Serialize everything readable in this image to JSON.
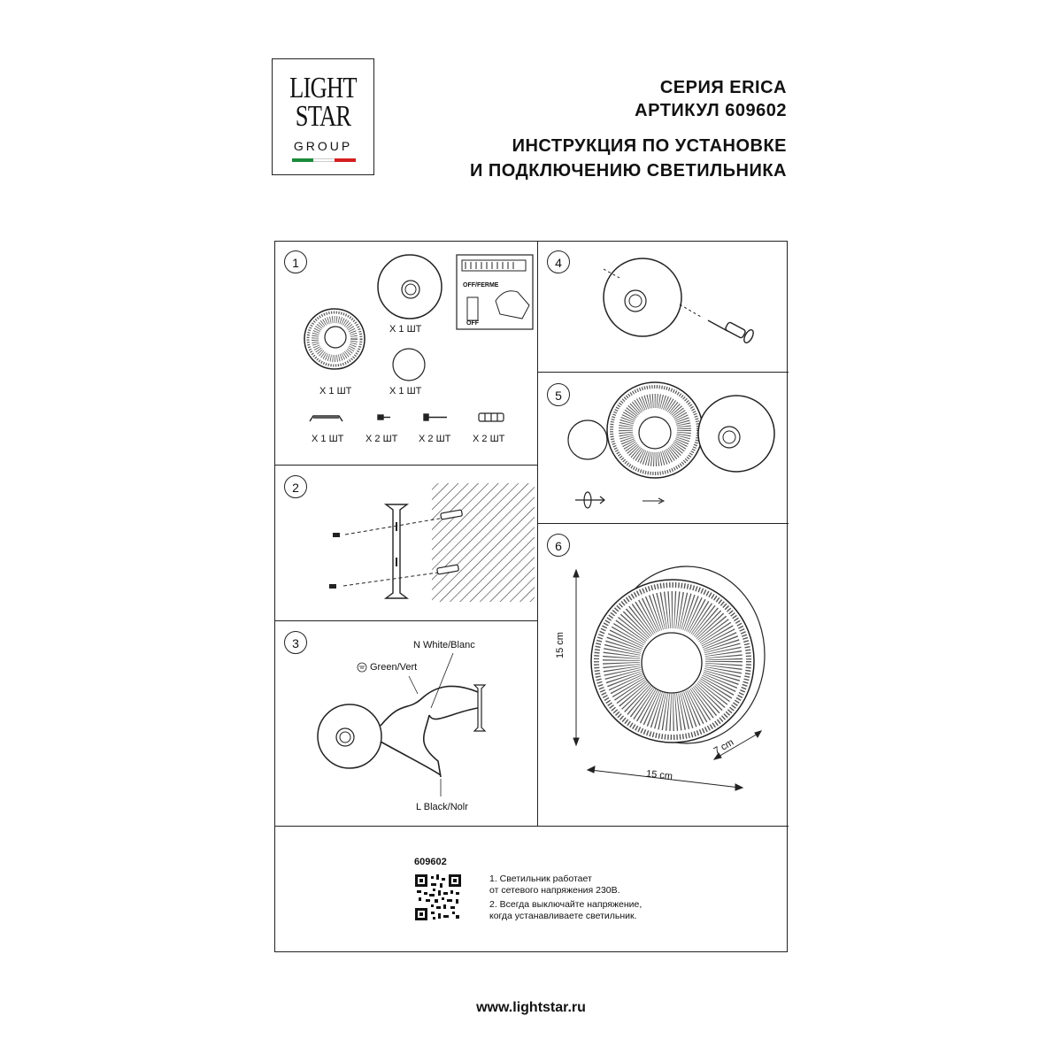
{
  "logo": {
    "line1": "LIGHT",
    "line2": "STAR",
    "line3": "GROUP",
    "flag_colors": [
      "#1a8a3a",
      "#ffffff",
      "#d42020"
    ]
  },
  "header": {
    "series": "СЕРИЯ ERICA",
    "article": "АРТИКУЛ 609602",
    "title_line1": "ИНСТРУКЦИЯ ПО УСТАНОВКЕ",
    "title_line2": "И ПОДКЛЮЧЕНИЮ СВЕТИЛЬНИКА"
  },
  "steps": {
    "s1": "1",
    "s2": "2",
    "s3": "3",
    "s4": "4",
    "s5": "5",
    "s6": "6"
  },
  "step1": {
    "qty_base": "X 1 ШТ",
    "qty_shade": "X 1 ШТ",
    "qty_cover": "X 1 ШТ",
    "qty_bracket": "X 1 ШТ",
    "qty_screw_small": "X 2 ШТ",
    "qty_screw": "X 2 ШТ",
    "qty_dowel": "X 2 ШТ",
    "switch_off_label": "OFF/FERME",
    "switch_off": "OFF"
  },
  "step3": {
    "neutral": "N White/Blanc",
    "ground": "Green/Vert",
    "live": "L Black/Nolr"
  },
  "step6": {
    "height": "15 cm",
    "width": "15 cm",
    "depth": "7 cm"
  },
  "footer": {
    "article_code": "609602",
    "note1_line1": "1. Светильник работает",
    "note1_line2": "от сетевого напряжения 230В.",
    "note2_line1": "2. Всегда выключайте напряжение,",
    "note2_line2": "когда устанавливаете светильник."
  },
  "website": "www.lightstar.ru"
}
